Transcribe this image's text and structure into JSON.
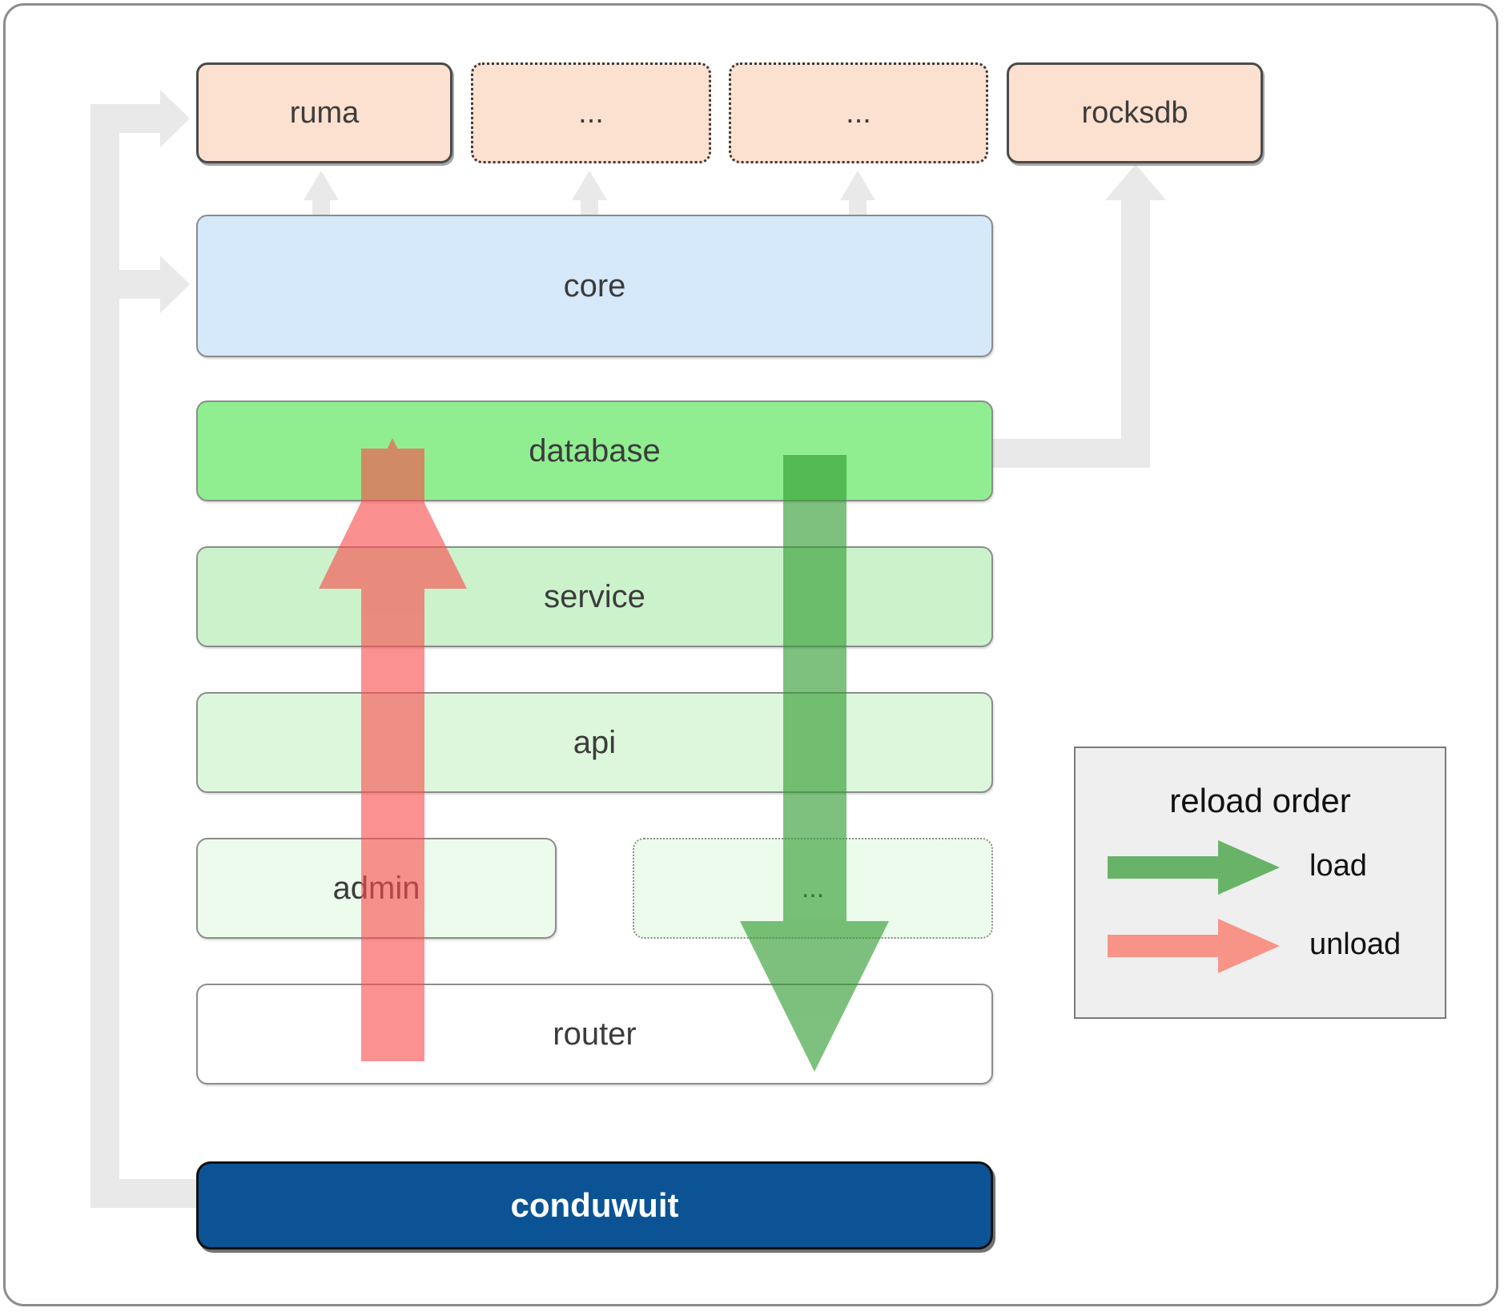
{
  "diagram": {
    "title": "conduwuit crate architecture / reload order",
    "top_crates": [
      {
        "label": "ruma",
        "style": "solid"
      },
      {
        "label": "...",
        "style": "dotted"
      },
      {
        "label": "...",
        "style": "dotted"
      },
      {
        "label": "rocksdb",
        "style": "solid"
      }
    ],
    "core": {
      "label": "core"
    },
    "layers": [
      {
        "label": "database",
        "style": "solid"
      },
      {
        "label": "service",
        "style": "solid"
      },
      {
        "label": "api",
        "style": "solid"
      },
      {
        "label": "admin",
        "style": "solid"
      },
      {
        "label": "...",
        "style": "dotted"
      },
      {
        "label": "router",
        "style": "solid"
      }
    ],
    "binary": {
      "label": "conduwuit"
    },
    "legend": {
      "title": "reload order",
      "entries": [
        {
          "label": "load",
          "color": "#4ca64c"
        },
        {
          "label": "unload",
          "color": "#fa8072"
        }
      ]
    },
    "colors": {
      "crate_fill": "#fde1d0",
      "core_fill": "#d6e9fb",
      "database_fill": "#90ee90",
      "service_fill": "#ccf2cc",
      "api_fill": "#ddf7dd",
      "admin_fill": "#ecfbec",
      "router_fill": "#ffffff",
      "binary_fill": "#0b5394",
      "load_arrow": "#4ca64c",
      "unload_arrow": "#fa8072",
      "connector": "#e8e8e8",
      "border": "#8c8c8c"
    }
  }
}
